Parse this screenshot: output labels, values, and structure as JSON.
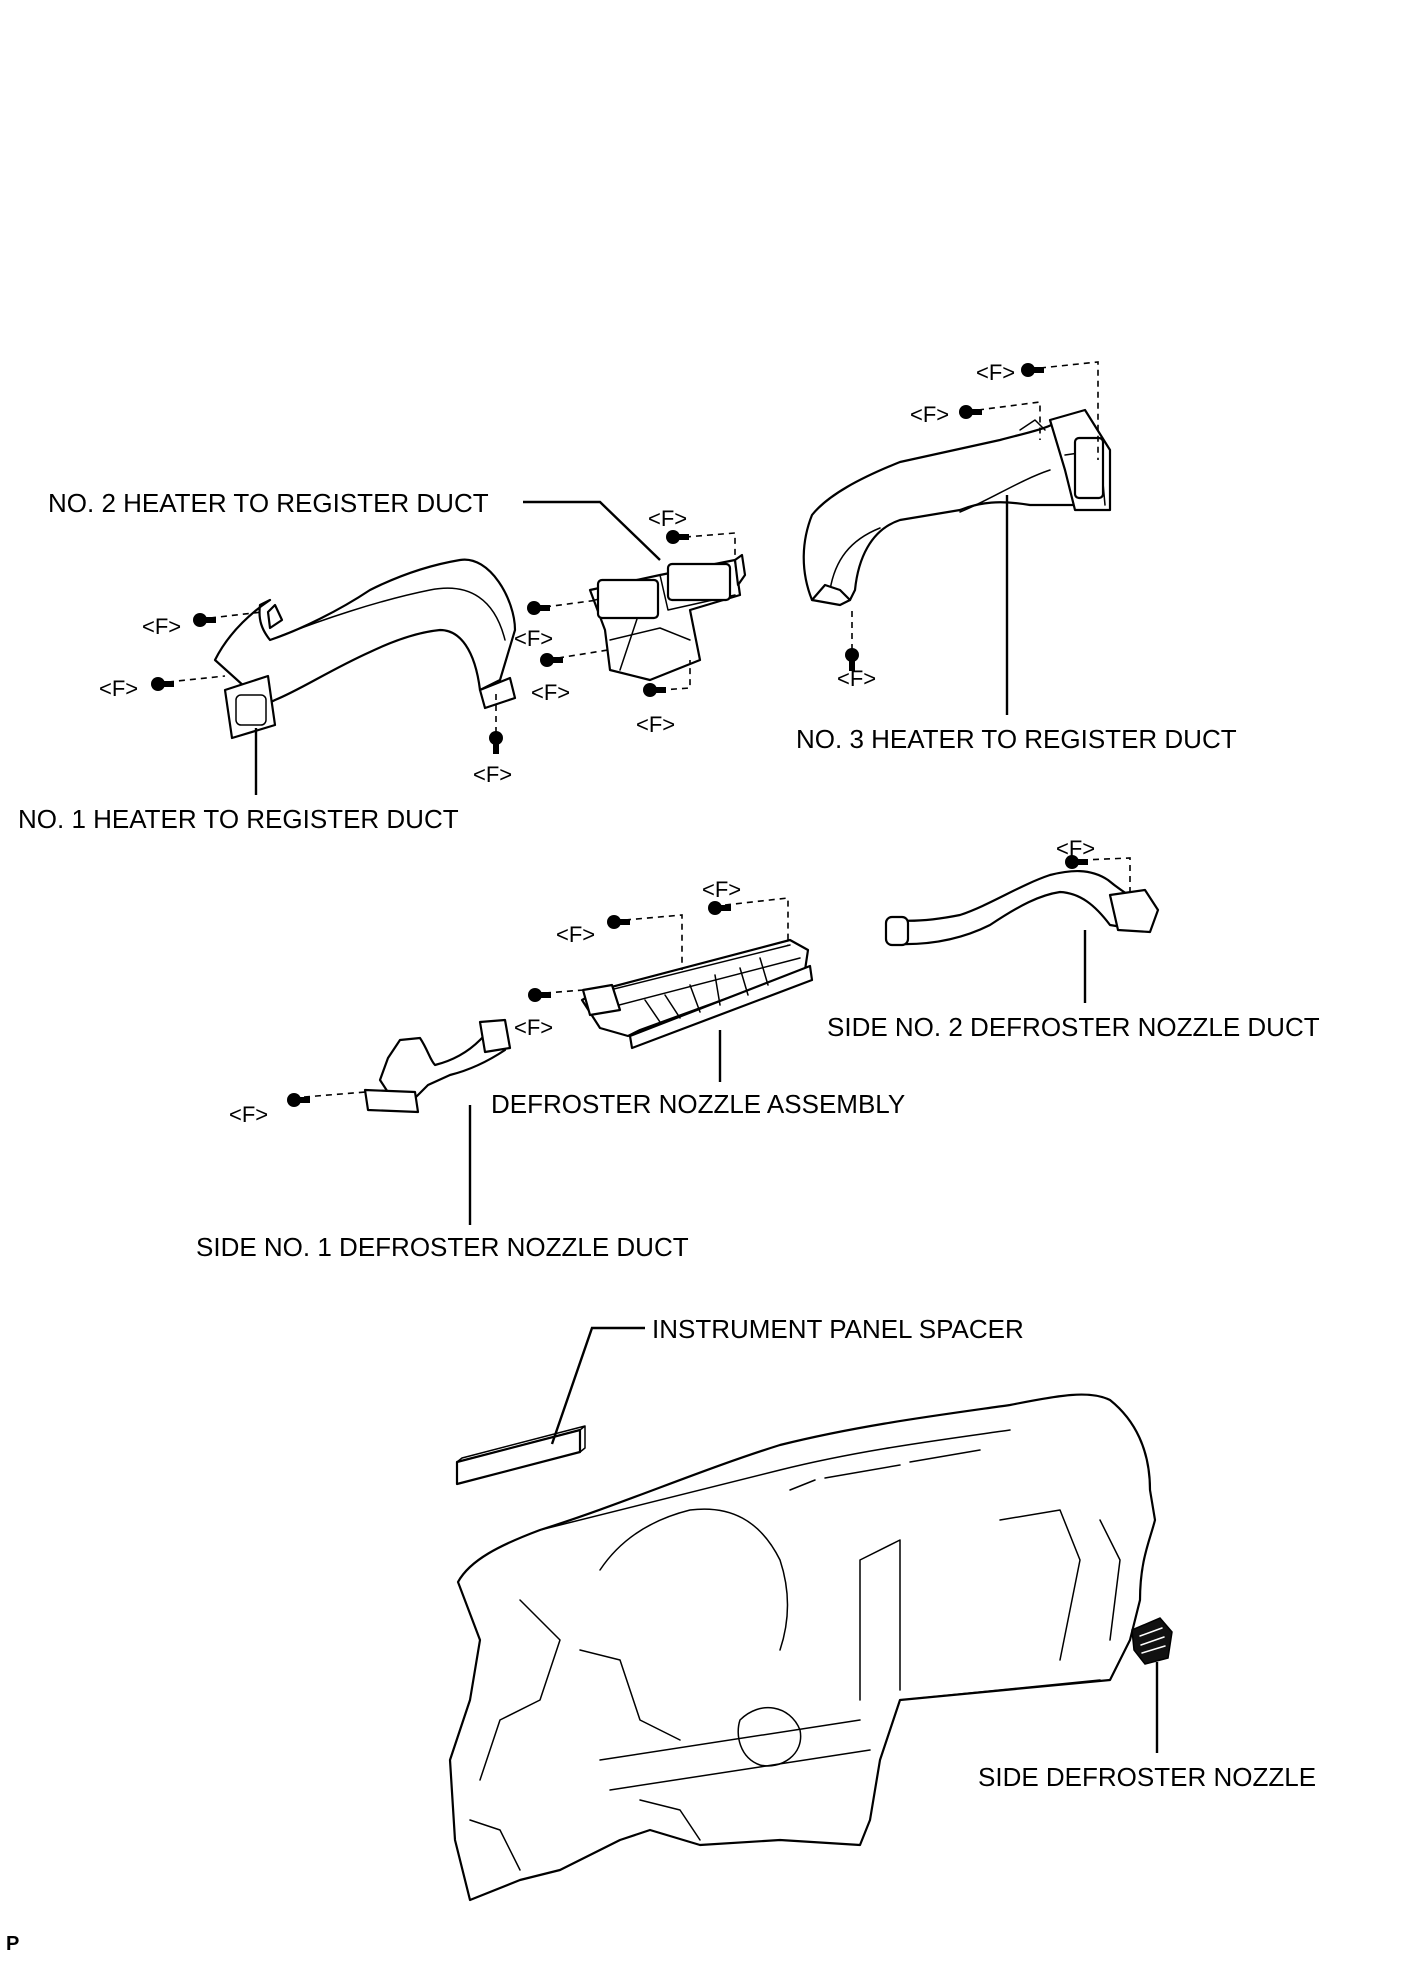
{
  "labels": {
    "no2_duct": "NO. 2 HEATER TO REGISTER DUCT",
    "no1_duct": "NO. 1 HEATER TO REGISTER DUCT",
    "no3_duct": "NO. 3 HEATER TO REGISTER DUCT",
    "side2_duct": "SIDE NO. 2 DEFROSTER NOZZLE DUCT",
    "defroster_assy": "DEFROSTER NOZZLE ASSEMBLY",
    "side1_duct": "SIDE NO. 1 DEFROSTER NOZZLE DUCT",
    "spacer": "INSTRUMENT PANEL SPACER",
    "side_nozzle": "SIDE DEFROSTER NOZZLE"
  },
  "fastener_mark": "<F>",
  "corner_mark": "P"
}
